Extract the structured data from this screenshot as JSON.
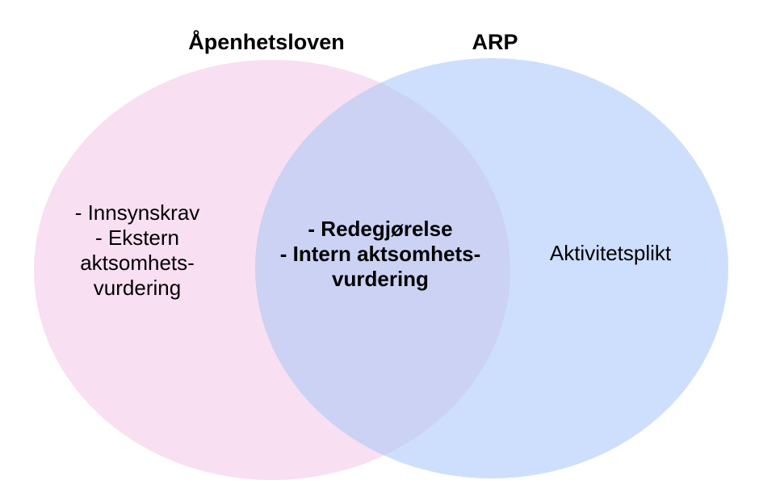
{
  "diagram": {
    "type": "venn",
    "left_set": {
      "title": "Åpenhetsloven",
      "color": "#f8dff1",
      "items": {
        "line1": "- Innsynskrav",
        "line2": "- Ekstern",
        "line3": "aktsomhets-",
        "line4": "vurdering"
      }
    },
    "right_set": {
      "title": "ARP",
      "color": "#cddffc",
      "items": {
        "line1": "Aktivitetsplikt"
      }
    },
    "overlap": {
      "color": "#cbd2f3",
      "items": {
        "line1": "- Redegjørelse",
        "line2": "- Intern aktsomhets-",
        "line3": "vurdering"
      }
    },
    "background_color": "#ffffff",
    "text_color": "#000000"
  }
}
